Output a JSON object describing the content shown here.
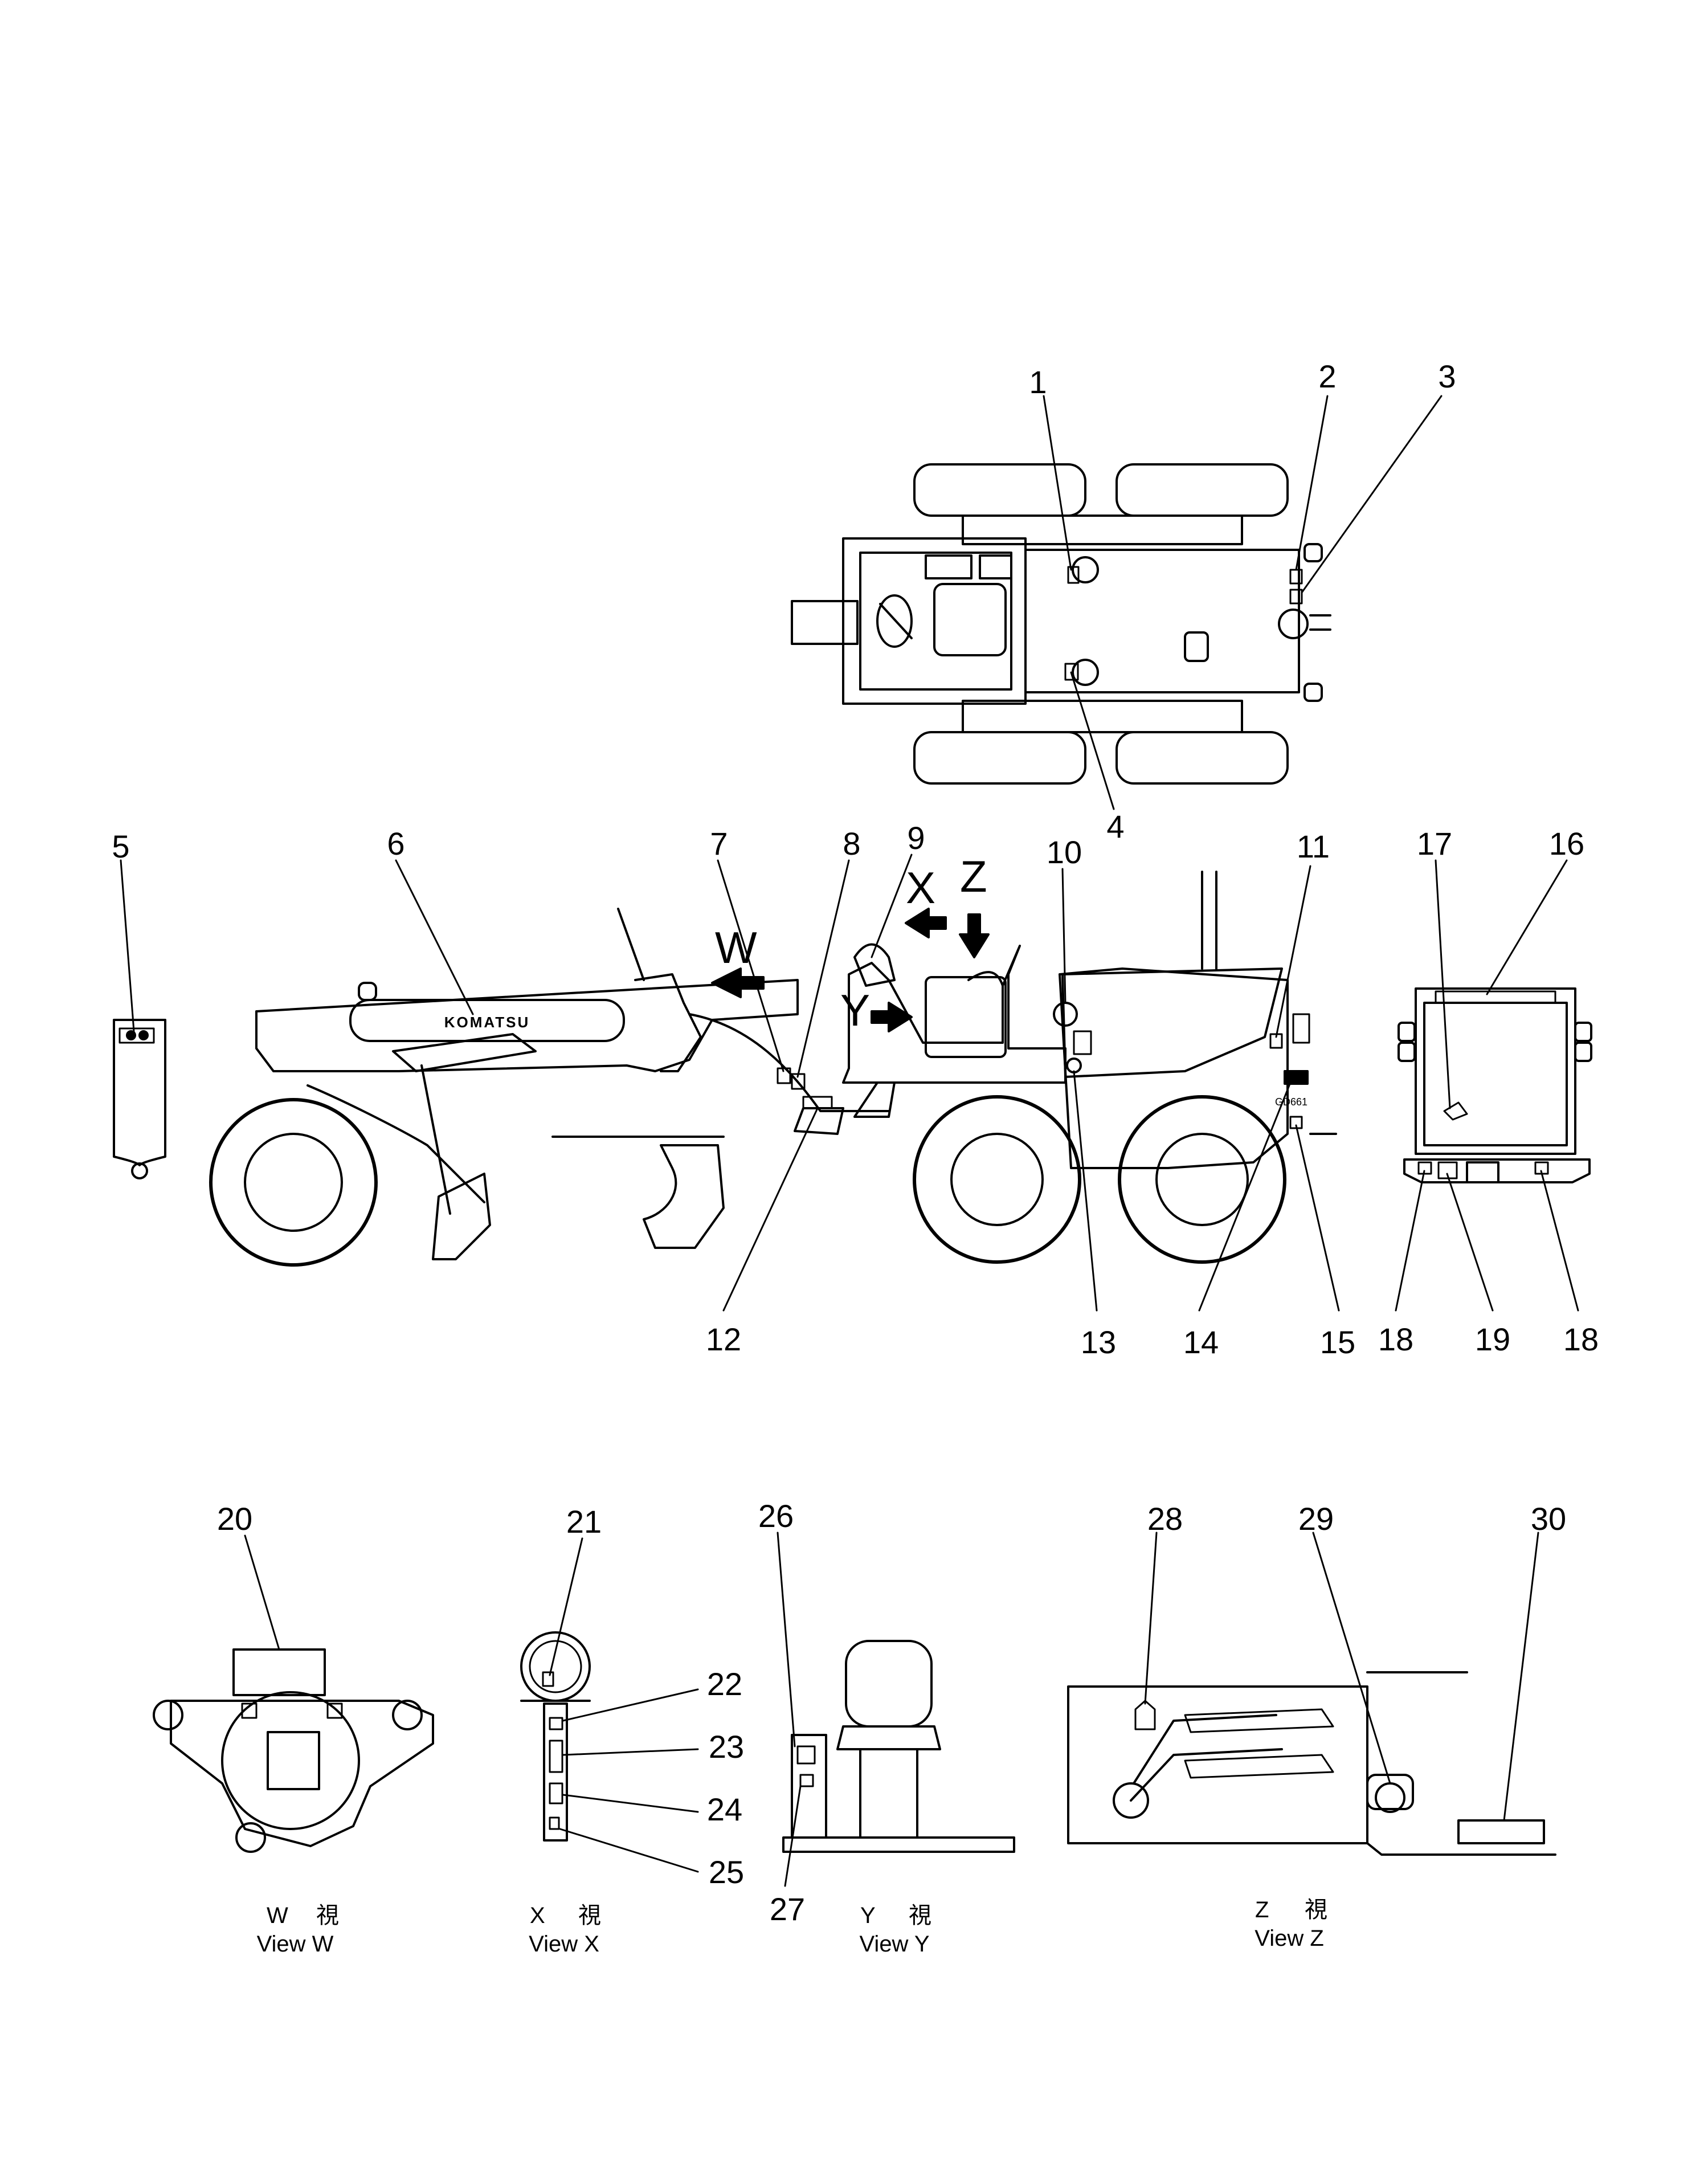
{
  "callouts": [
    "1",
    "2",
    "3",
    "4",
    "5",
    "6",
    "7",
    "8",
    "9",
    "10",
    "11",
    "12",
    "13",
    "14",
    "15",
    "16",
    "17",
    "18",
    "18",
    "19",
    "20",
    "21",
    "22",
    "23",
    "24",
    "25",
    "26",
    "27",
    "28",
    "29",
    "30"
  ],
  "view_arrows": {
    "w": "W",
    "x": "X",
    "y": "Y",
    "z": "Z"
  },
  "brand": "KOMATSU",
  "plate_text": "GD661",
  "views": [
    {
      "letter": "W",
      "kanji": "視",
      "caption": "View W"
    },
    {
      "letter": "X",
      "kanji": "視",
      "caption": "View X"
    },
    {
      "letter": "Y",
      "kanji": "視",
      "caption": "View Y"
    },
    {
      "letter": "Z",
      "kanji": "視",
      "caption": "View Z"
    }
  ]
}
